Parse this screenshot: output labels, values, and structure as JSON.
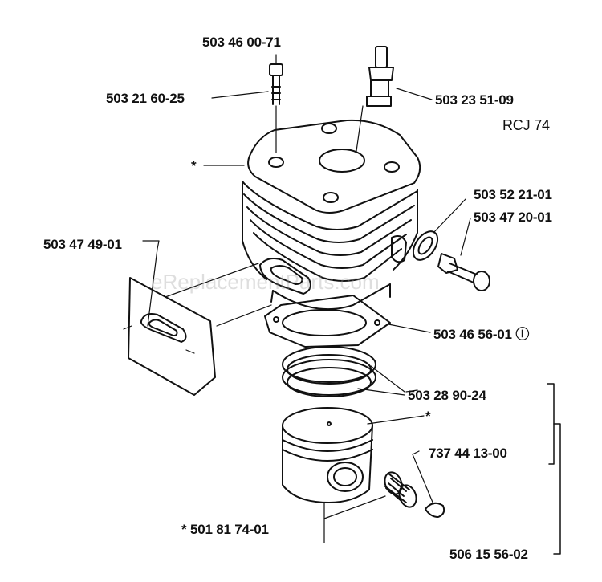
{
  "model_code": "RCJ 74",
  "watermark": "eReplacementParts.com",
  "parts": {
    "bolt": "503 46 00-71",
    "bolt_washer": "503 21 60-25",
    "spark_plug": "503 23 51-09",
    "cylinder_asterisk": "*",
    "ring": "503 52 21-01",
    "decompression_valve": "503 47 20-01",
    "gasket_plate": "503 47 49-01",
    "base_gasket": "503 46 56-01 Ⓘ",
    "piston_rings": "503 28 90-24",
    "piston_asterisk": "*",
    "circlip": "737 44 13-00",
    "bearing": "* 501 81 74-01",
    "kit": "506 15 56-02"
  }
}
